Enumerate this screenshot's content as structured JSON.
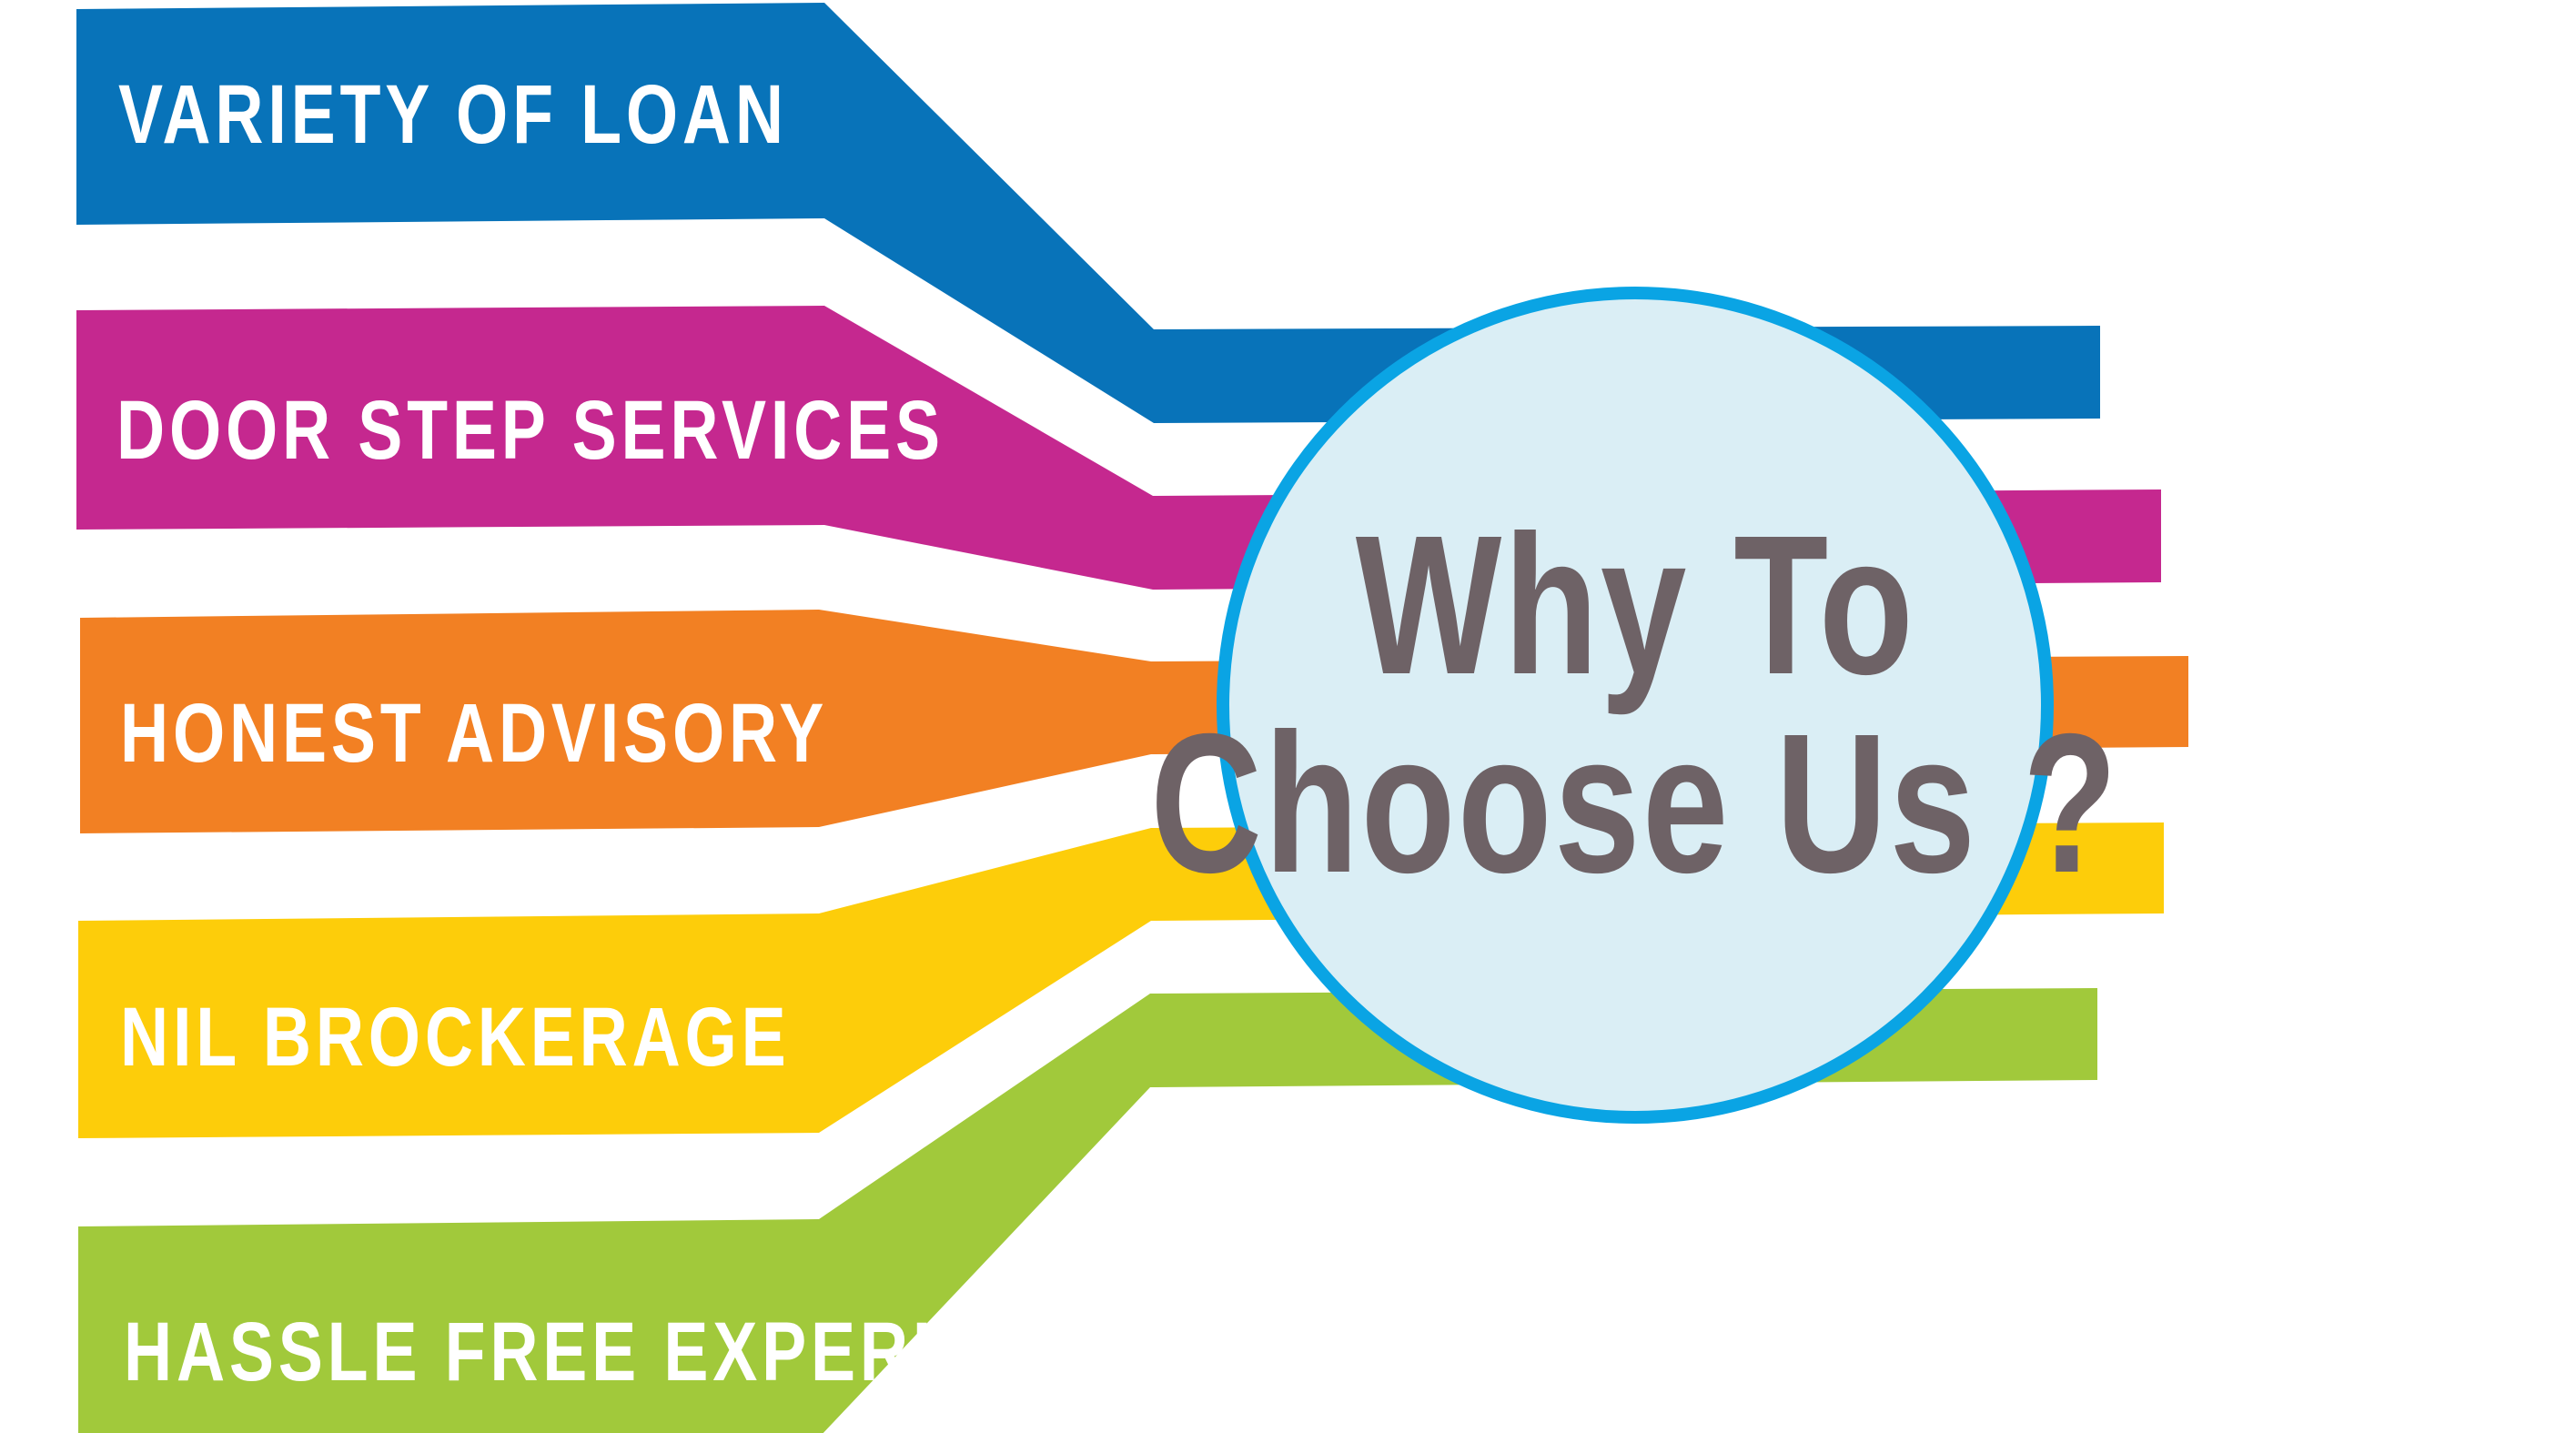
{
  "diagram": {
    "center": {
      "line1": "Why To",
      "line2": "Choose Us ?",
      "fill_color": "#daeef5",
      "border_color": "#0aa4e4",
      "text_color": "#6e6266"
    },
    "items": [
      {
        "label": "VARIETY OF LOAN",
        "color": "#0873b9"
      },
      {
        "label": "DOOR STEP SERVICES",
        "color": "#c5288f"
      },
      {
        "label": "HONEST ADVISORY",
        "color": "#f28023"
      },
      {
        "label": "NIL BROCKERAGE",
        "color": "#fdcd0a"
      },
      {
        "label": "HASSLE FREE EXPERIENCE",
        "color": "#a1c93b"
      }
    ]
  }
}
